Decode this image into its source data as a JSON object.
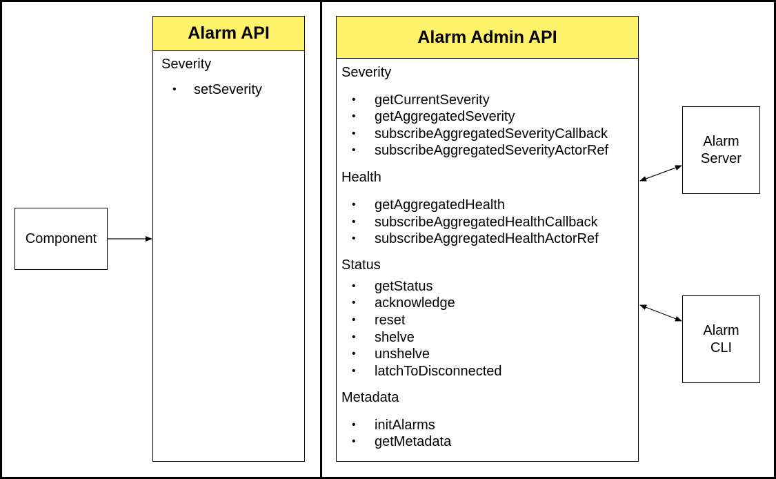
{
  "component": {
    "label": "Component"
  },
  "alarm_api": {
    "title": "Alarm API",
    "sections": [
      {
        "heading": "Severity",
        "items": [
          "setSeverity"
        ]
      }
    ]
  },
  "alarm_admin_api": {
    "title": "Alarm Admin API",
    "sections": [
      {
        "heading": "Severity",
        "items": [
          "getCurrentSeverity",
          "getAggregatedSeverity",
          "subscribeAggregatedSeverityCallback",
          "subscribeAggregatedSeverityActorRef"
        ]
      },
      {
        "heading": "Health",
        "items": [
          "getAggregatedHealth",
          "subscribeAggregatedHealthCallback",
          "subscribeAggregatedHealthActorRef"
        ]
      },
      {
        "heading": "Status",
        "items": [
          "getStatus",
          "acknowledge",
          "reset",
          "shelve",
          "unshelve",
          "latchToDisconnected"
        ]
      },
      {
        "heading": "Metadata",
        "items": [
          "initAlarms",
          "getMetadata"
        ]
      }
    ]
  },
  "alarm_server": {
    "line1": "Alarm",
    "line2": "Server"
  },
  "alarm_cli": {
    "line1": "Alarm",
    "line2": "CLI"
  },
  "bullet_glyph": "•"
}
